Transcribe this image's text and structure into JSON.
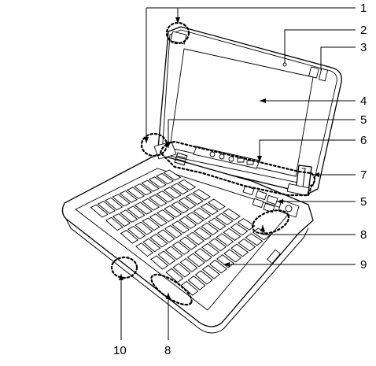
{
  "callouts": [
    {
      "id": "c1",
      "label": "1"
    },
    {
      "id": "c2",
      "label": "2"
    },
    {
      "id": "c3",
      "label": "3"
    },
    {
      "id": "c4",
      "label": "4"
    },
    {
      "id": "c5a",
      "label": "5"
    },
    {
      "id": "c6",
      "label": "6"
    },
    {
      "id": "c7",
      "label": "7"
    },
    {
      "id": "c5b",
      "label": "5"
    },
    {
      "id": "c8a",
      "label": "8"
    },
    {
      "id": "c9",
      "label": "9"
    },
    {
      "id": "c10",
      "label": "10"
    },
    {
      "id": "c8b",
      "label": "8"
    }
  ]
}
